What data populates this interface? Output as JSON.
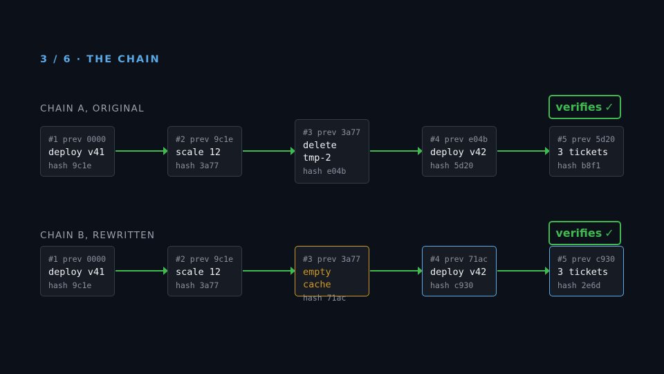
{
  "slide": {
    "label": "3 / 6 · THE CHAIN"
  },
  "chain_a": {
    "label": "CHAIN A, ORIGINAL",
    "badge": {
      "text": "verifies",
      "icon": "check-icon",
      "glyph": "✓"
    },
    "blocks": [
      {
        "meta": "#1 prev 0000",
        "action": "deploy v41",
        "hash": "hash 9c1e"
      },
      {
        "meta": "#2 prev 9c1e",
        "action": "scale 12",
        "hash": "hash 3a77"
      },
      {
        "meta": "#3 prev 3a77",
        "action": "delete tmp-2",
        "hash": "hash e04b"
      },
      {
        "meta": "#4 prev e04b",
        "action": "deploy v42",
        "hash": "hash 5d20"
      },
      {
        "meta": "#5 prev 5d20",
        "action": "3 tickets",
        "hash": "hash b8f1"
      }
    ]
  },
  "chain_b": {
    "label": "CHAIN B, REWRITTEN",
    "badge": {
      "text": "verifies",
      "icon": "check-icon",
      "glyph": "✓"
    },
    "blocks": [
      {
        "meta": "#1 prev 0000",
        "action": "deploy v41",
        "hash": "hash 9c1e"
      },
      {
        "meta": "#2 prev 9c1e",
        "action": "scale 12",
        "hash": "hash 3a77"
      },
      {
        "meta": "#3 prev 3a77",
        "action": "empty cache",
        "hash": "hash 71ac"
      },
      {
        "meta": "#4 prev 71ac",
        "action": "deploy v42",
        "hash": "hash c930"
      },
      {
        "meta": "#5 prev c930",
        "action": "3 tickets",
        "hash": "hash 2e6d"
      }
    ]
  },
  "colors": {
    "background": "#0c1018",
    "accent_blue": "#5aa9e6",
    "verify_green": "#3fb950",
    "changed_orange": "#d29922",
    "block_bg": "#161b24",
    "block_border": "#353c47"
  }
}
